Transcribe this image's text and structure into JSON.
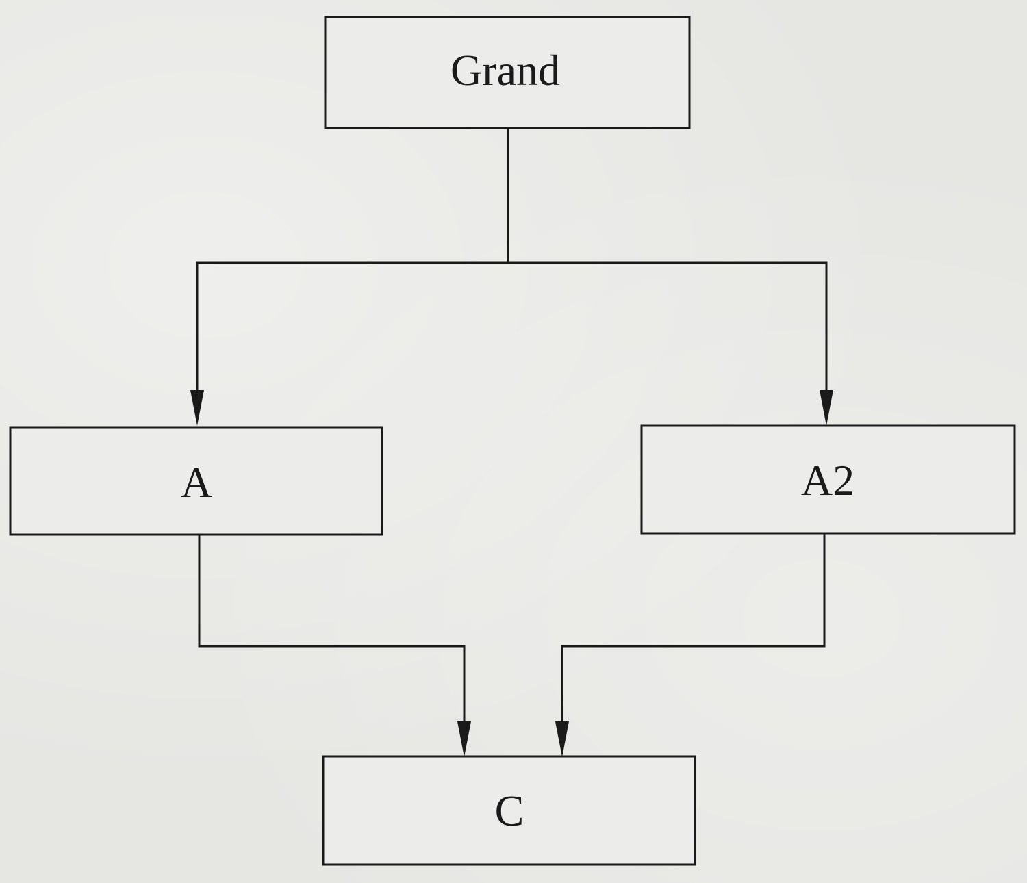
{
  "diagram": {
    "nodes": {
      "grand": {
        "label": "Grand"
      },
      "a": {
        "label": "A"
      },
      "a2": {
        "label": "A2"
      },
      "c": {
        "label": "C"
      }
    },
    "edges": [
      {
        "from": "Grand",
        "to": "A"
      },
      {
        "from": "Grand",
        "to": "A2"
      },
      {
        "from": "A",
        "to": "C"
      },
      {
        "from": "A2",
        "to": "C"
      }
    ],
    "colors": {
      "stroke": "#1a1a1a",
      "box_fill": "#ececea",
      "background": "#e6e6e3"
    }
  }
}
